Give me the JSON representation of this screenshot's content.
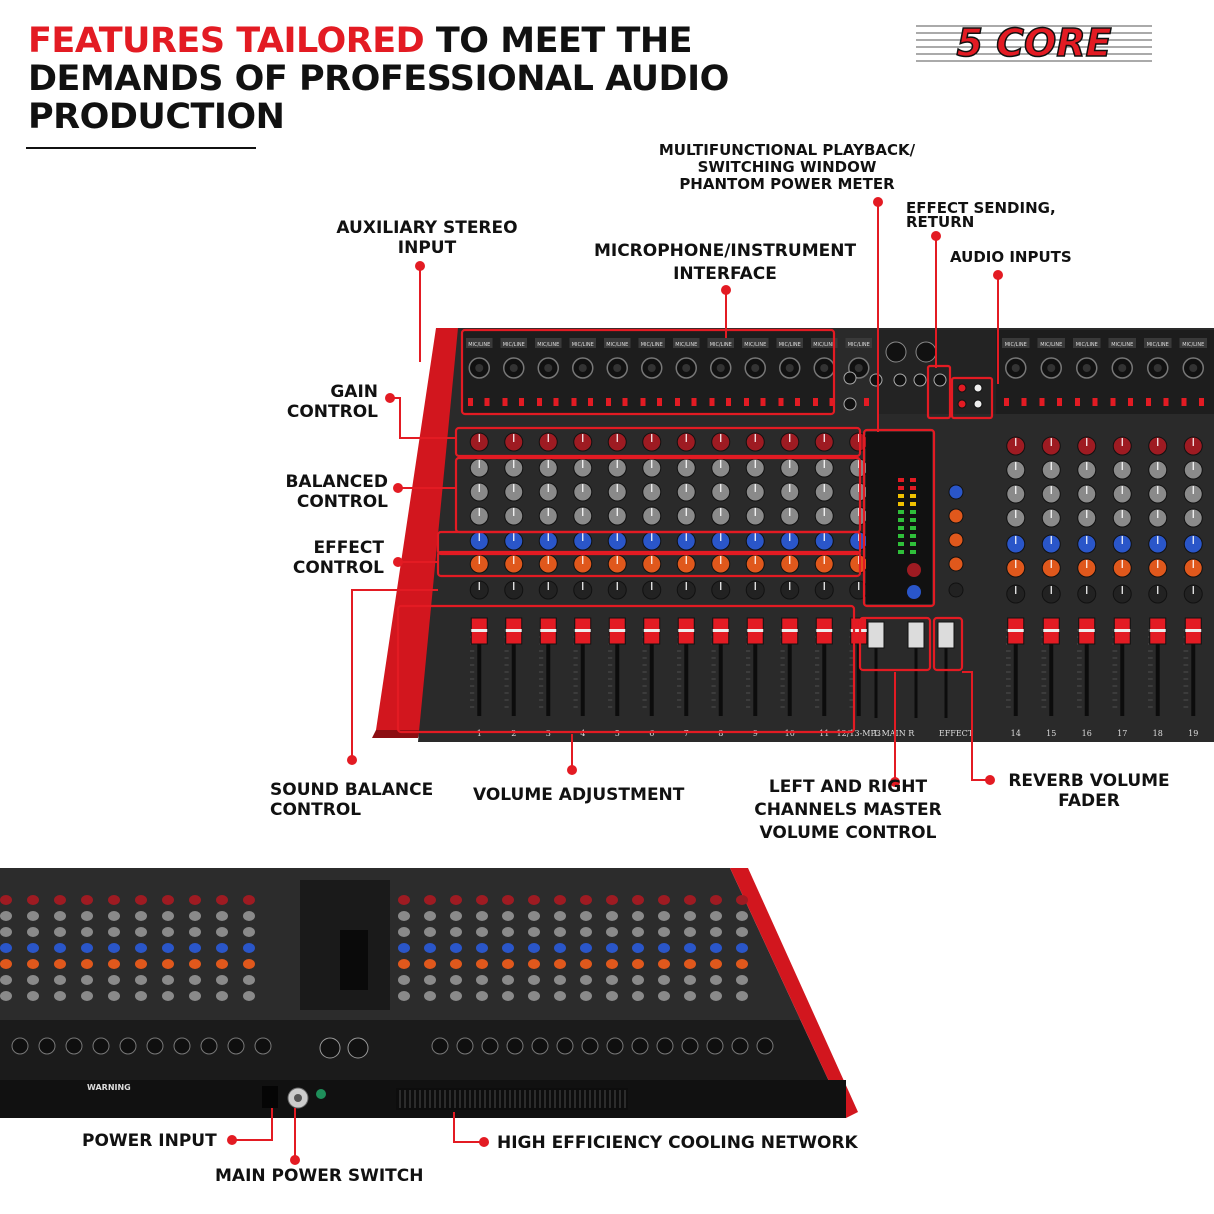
{
  "heading": {
    "highlight": "FEATURES TAILORED",
    "rest": "TO MEET THE DEMANDS OF PROFESSIONAL AUDIO PRODUCTION"
  },
  "logo": {
    "text": "5 CORE"
  },
  "callouts": {
    "multifunctional": [
      "MULTIFUNCTIONAL PLAYBACK/",
      "SWITCHING WINDOW",
      "PHANTOM POWER METER"
    ],
    "effect_sending": [
      "EFFECT SENDING,",
      "RETURN"
    ],
    "audio_inputs": "AUDIO INPUTS",
    "auxiliary": [
      "AUXILIARY STEREO",
      "INPUT"
    ],
    "mic_instrument": [
      "MICROPHONE/INSTRUMENT",
      "INTERFACE"
    ],
    "gain": [
      "GAIN",
      "CONTROL"
    ],
    "balanced": [
      "BALANCED",
      "CONTROL"
    ],
    "effect_control": [
      "EFFECT",
      "CONTROL"
    ],
    "sound_balance": [
      "SOUND BALANCE",
      "CONTROL"
    ],
    "volume_adjustment": "VOLUME ADJUSTMENT",
    "left_right": [
      "LEFT AND RIGHT",
      "CHANNELS MASTER",
      "VOLUME CONTROL"
    ],
    "reverb": [
      "REVERB VOLUME",
      "FADER"
    ],
    "power_input": "POWER INPUT",
    "main_power_switch": "MAIN POWER SWITCH",
    "cooling": "HIGH EFFICIENCY COOLING NETWORK"
  },
  "mixer": {
    "channel_numbers_left": [
      "1",
      "2",
      "3",
      "4",
      "5",
      "6",
      "7",
      "8",
      "9",
      "10",
      "11",
      "12/13-MP3"
    ],
    "channel_numbers_right": [
      "14",
      "15",
      "16",
      "17",
      "18",
      "19"
    ],
    "strip_label": "MIC/LINE",
    "main_label": "L   MAIN   R",
    "effect_label": "EFFECT",
    "rear_warning": "WARNING"
  },
  "colors": {
    "accent": "#e31b23",
    "panel": "#2b2b2b",
    "panel_dark": "#1a1a1a",
    "knob_red": "#9e1b22",
    "knob_gray": "#8a8a8a",
    "knob_blue": "#2a56c9",
    "knob_orange": "#e0581c"
  }
}
